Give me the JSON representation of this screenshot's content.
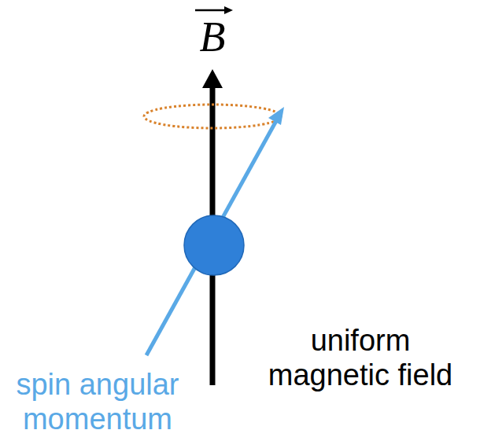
{
  "diagram": {
    "labels": [
      "B",
      "uniform magnetic field",
      "spin angular momentum"
    ]
  }
}
